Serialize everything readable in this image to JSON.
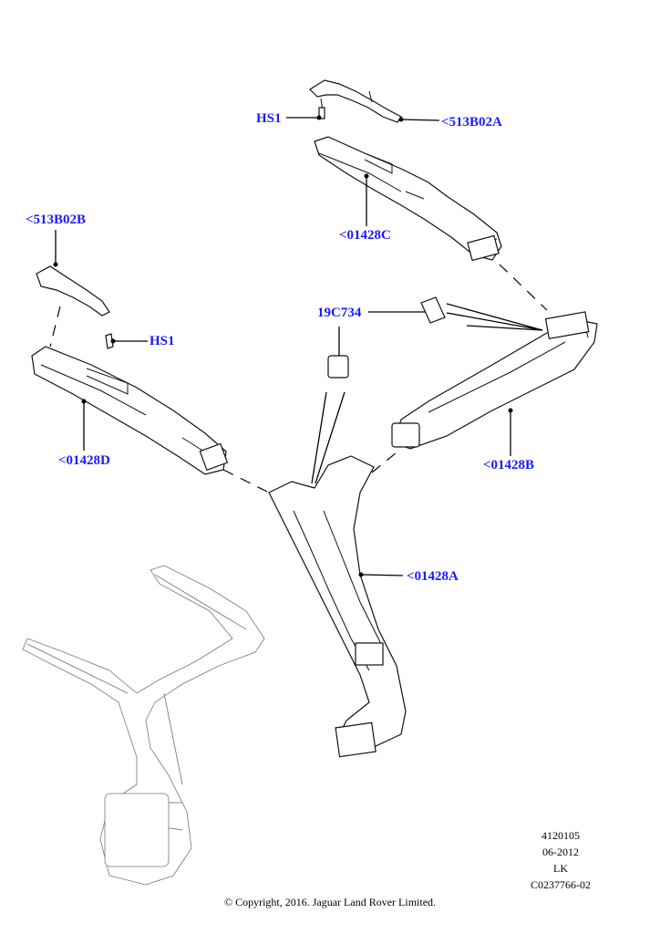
{
  "callouts": {
    "hs1_top": "HS1",
    "bracket_a": "<513B02A",
    "duct_c": "<01428C",
    "bracket_b": "<513B02B",
    "hs1_left": "HS1",
    "duct_d": "<01428D",
    "clip": "19C734",
    "duct_b": "<01428B",
    "duct_a": "<01428A"
  },
  "meta": {
    "illustration_number": "4120105",
    "date": "06-2012",
    "initials": "LK",
    "reference": "C0237766-02"
  },
  "copyright": "© Copyright, 2016. Jaguar Land Rover Limited.",
  "colors": {
    "callout": "#1a1aff"
  }
}
